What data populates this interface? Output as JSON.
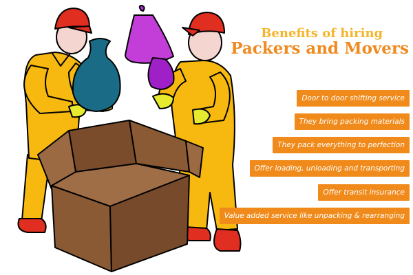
{
  "heading": {
    "line1": "Benefits of hiring",
    "line2": "Packers and Movers"
  },
  "benefits": [
    "Door to door shifting service",
    "They bring packing materials",
    "They pack everything to perfection",
    "Offer loading, unloading and transporting",
    "Offer transit insurance",
    "Value added service like unpacking & rearranging"
  ],
  "colors": {
    "heading_line1": "#f4b52a",
    "heading_line2": "#ef8a1f",
    "benefit_bg": "#f08a1a",
    "benefit_text": "#ffffff",
    "uniform": "#f7b90f",
    "cap": "#e02e20",
    "box": "#8a5a35",
    "vase": "#1a6b86",
    "lamp": "#b02bd0"
  }
}
